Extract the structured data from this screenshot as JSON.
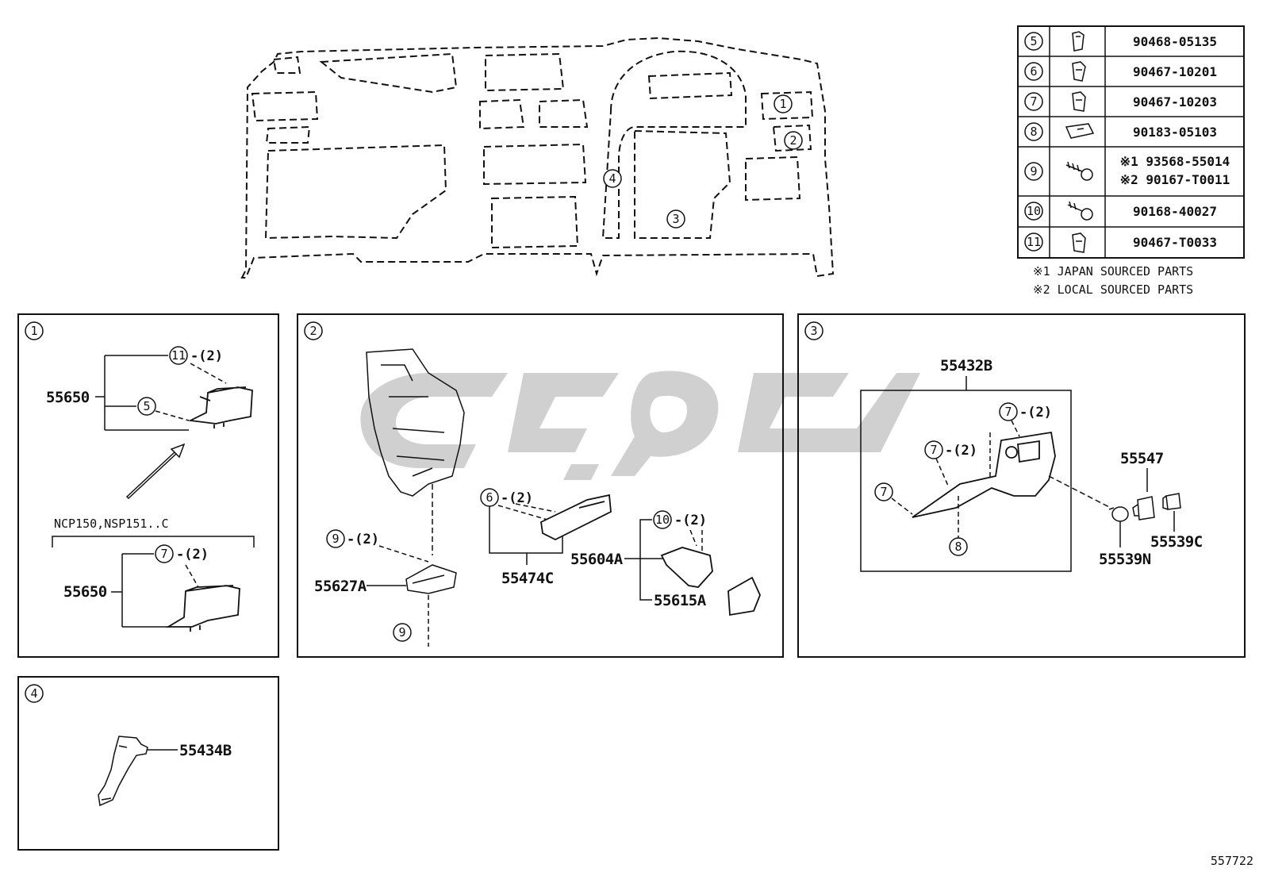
{
  "diagram": {
    "parts_table": [
      {
        "ref": "5",
        "part": "90468-05135"
      },
      {
        "ref": "6",
        "part": "90467-10201"
      },
      {
        "ref": "7",
        "part": "90467-10203"
      },
      {
        "ref": "8",
        "part": "90183-05103"
      },
      {
        "ref": "9",
        "part_1": "※1 93568-55014",
        "part_2": "※2 90167-T0011"
      },
      {
        "ref": "10",
        "part": "90168-40027"
      },
      {
        "ref": "11",
        "part": "90467-T0033"
      }
    ],
    "notes": [
      "※1 JAPAN SOURCED PARTS",
      "※2 LOCAL SOURCED PARTS"
    ],
    "overview": {
      "callouts": [
        "1",
        "2",
        "3",
        "4"
      ]
    },
    "panel_1": {
      "index": "1",
      "upper_part": "55650",
      "upper_qty": "-(2)",
      "upper_ref_a": "11",
      "upper_ref_b": "5",
      "variant_label": "NCP150,NSP151..C",
      "lower_part": "55650",
      "lower_ref": "7",
      "lower_qty": "-(2)"
    },
    "panel_2": {
      "index": "2",
      "ref_9_upper": "9",
      "qty_9": "-(2)",
      "part_55627A": "55627A",
      "ref_9_lower": "9",
      "ref_6": "6",
      "qty_6": "-(2)",
      "part_55474C": "55474C",
      "ref_10": "10",
      "qty_10": "-(2)",
      "part_55604A": "55604A",
      "part_55615A": "55615A"
    },
    "panel_3": {
      "index": "3",
      "part_55432B": "55432B",
      "ref_7_a": "7",
      "qty_7_a": "-(2)",
      "ref_7_b": "7",
      "qty_7_b": "-(2)",
      "ref_7_c": "7",
      "ref_8": "8",
      "part_55547": "55547",
      "part_55539N": "55539N",
      "part_55539C": "55539C"
    },
    "panel_4": {
      "index": "4",
      "part_55434B": "55434B"
    },
    "illustration_number": "557722"
  },
  "colors": {
    "line": "#111111",
    "watermark": "#c8c8c8"
  }
}
